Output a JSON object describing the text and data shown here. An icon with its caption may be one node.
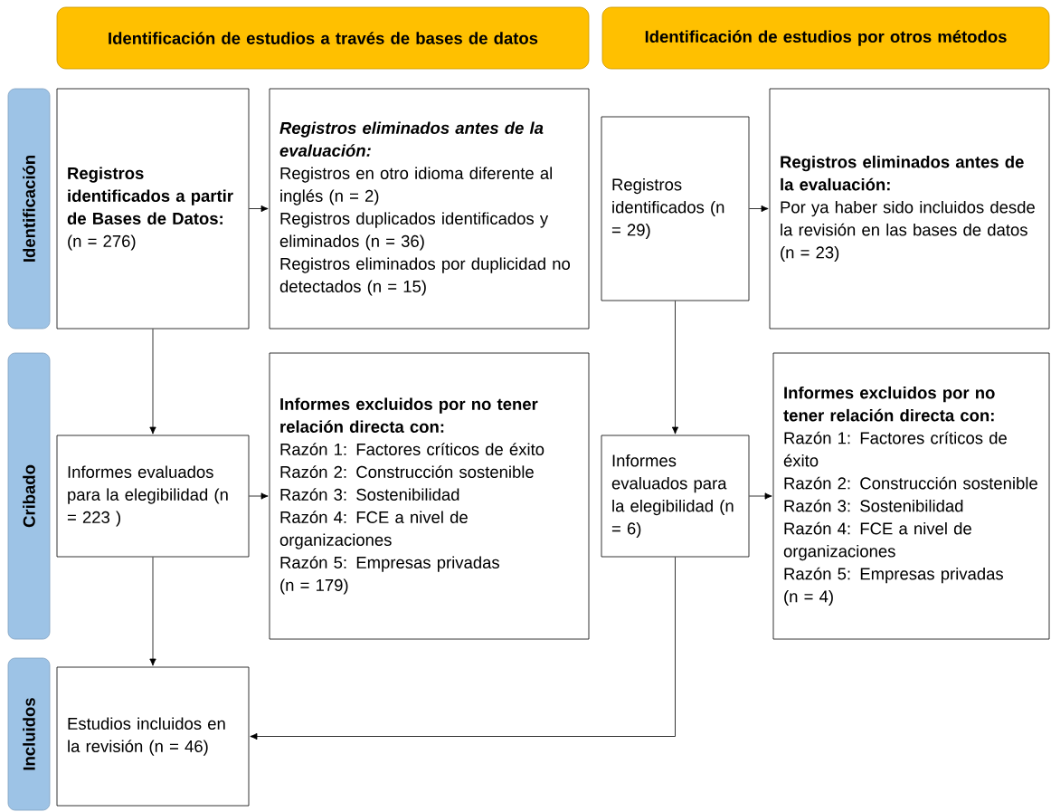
{
  "diagram": {
    "nodes": [
      {
        "text": [
          "Identificación de estudios a través de bases de datos"
        ]
      },
      {
        "text": [
          "Identificación de estudios por otros métodos"
        ]
      },
      {
        "text": [
          "Identificación"
        ]
      },
      {
        "text": [
          "Cribado"
        ]
      },
      {
        "text": [
          "Incluidos"
        ]
      },
      {
        "text": [
          "Registros identificados a partir de Bases de Datos:",
          "(n = 276)"
        ]
      },
      {
        "text": [
          "Registros eliminados antes de la evaluación:",
          "Registros en otro idioma diferente al inglés (n = 2)",
          "Registros duplicados identificados y eliminados (n = 36)",
          "Registros eliminados por duplicidad no detectados (n = 15)"
        ]
      },
      {
        "text": [
          "Registros identificados (n = 29)"
        ]
      },
      {
        "text": [
          "Registros eliminados antes de la evaluación:",
          "Por ya haber sido incluidos desde la revisión en las bases de datos",
          "(n = 23)"
        ]
      },
      {
        "text": [
          "Informes evaluados para la elegibilidad (n = 223 )"
        ]
      },
      {
        "text": [
          "Informes excluidos por no tener relación directa con:",
          "Razón 1: Factores críticos de éxito",
          "Razón 2: Construcción sostenible",
          "Razón 3: Sostenibilidad",
          "Razón 4: FCE a nivel de organizaciones",
          "Razón 5: Empresas privadas",
          "(n = 179)"
        ]
      },
      {
        "text": [
          "Informes evaluados para la elegibilidad (n = 6)"
        ]
      },
      {
        "text": [
          "Informes excluidos por no tener relación directa con:",
          "Razón 1: Factores críticos de éxito",
          "Razón 2: Construcción sostenible",
          "Razón 3: Sostenibilidad",
          "Razón 4: FCE a nivel de organizaciones",
          "Razón 5: Empresas privadas",
          "(n = 4)"
        ]
      },
      {
        "text": [
          "Estudios incluidos en la revisión (n = 46)"
        ]
      }
    ],
    "edges": [
      {
        "from": 5,
        "to": 6,
        "arrow": "to"
      },
      {
        "from": 5,
        "to": 9,
        "arrow": "to"
      },
      {
        "from": 9,
        "to": 10,
        "arrow": "to"
      },
      {
        "from": 9,
        "to": 13,
        "arrow": "to"
      },
      {
        "from": 7,
        "to": 8,
        "arrow": "to"
      },
      {
        "from": 7,
        "to": 11,
        "arrow": "to"
      },
      {
        "from": 11,
        "to": 12,
        "arrow": "to"
      },
      {
        "from": 11,
        "to": 13,
        "arrow": "to"
      }
    ]
  }
}
